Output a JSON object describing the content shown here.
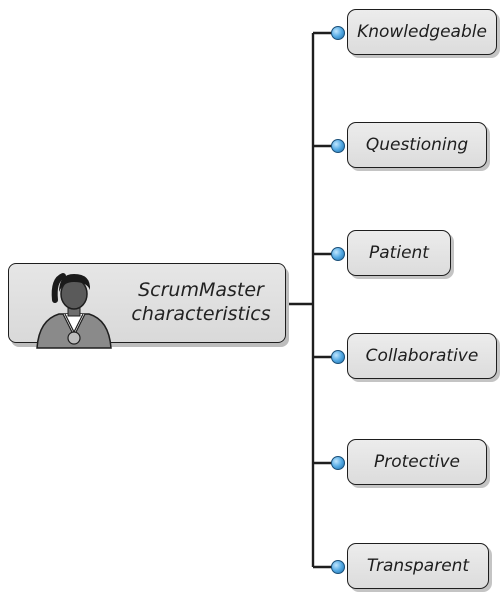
{
  "root": {
    "label_line1": "ScrumMaster",
    "label_line2": "characteristics",
    "icon": "scrummaster-person-icon"
  },
  "characteristics": [
    {
      "label": "Knowledgeable"
    },
    {
      "label": "Questioning"
    },
    {
      "label": "Patient"
    },
    {
      "label": "Collaborative"
    },
    {
      "label": "Protective"
    },
    {
      "label": "Transparent"
    }
  ],
  "colors": {
    "bullet": "#53a9e3",
    "box_fill": "#e2e2e2",
    "line": "#1e1e1e"
  }
}
